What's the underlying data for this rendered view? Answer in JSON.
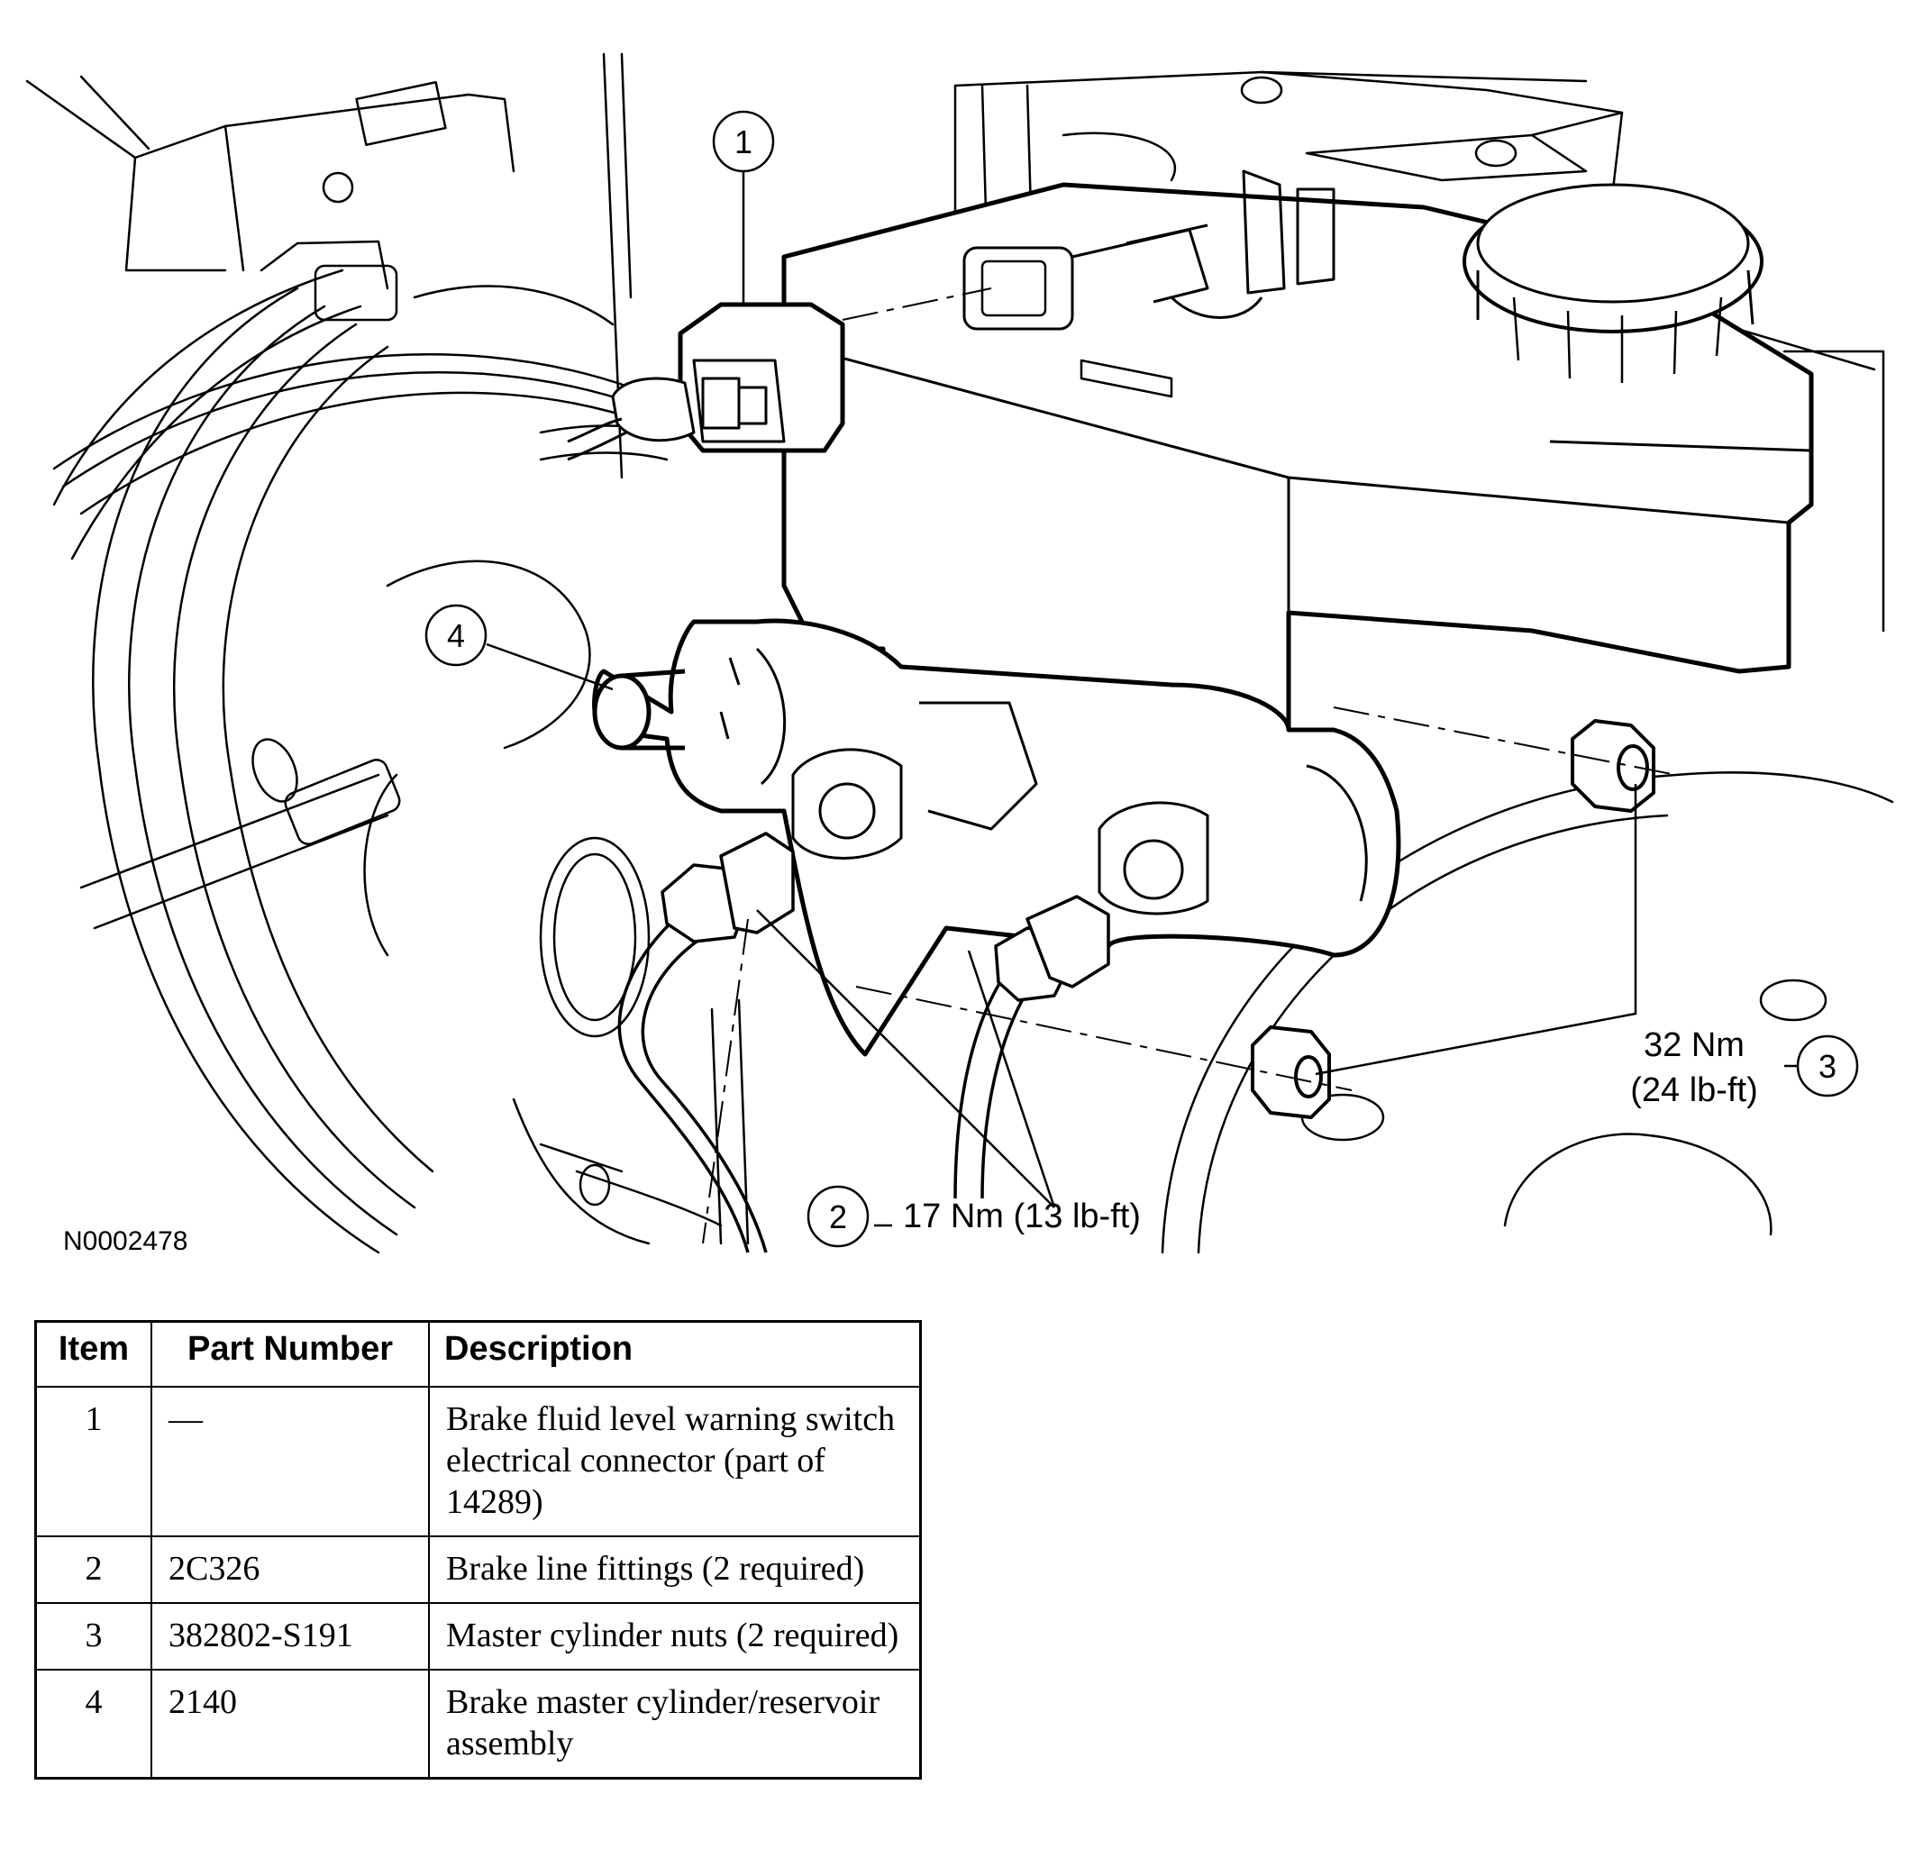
{
  "diagram": {
    "callouts": [
      {
        "number": "1"
      },
      {
        "number": "2",
        "torque": "17 Nm (13 lb-ft)"
      },
      {
        "number": "3",
        "torque_nm": "32 Nm",
        "torque_lbft": "(24 lb-ft)"
      },
      {
        "number": "4"
      }
    ],
    "reference_code": "N0002478"
  },
  "table": {
    "headers": {
      "item": "Item",
      "part_number": "Part Number",
      "description": "Description"
    },
    "rows": [
      {
        "item": "1",
        "part_number": "—",
        "description": "Brake fluid level warning switch electrical connector (part of 14289)"
      },
      {
        "item": "2",
        "part_number": "2C326",
        "description": "Brake line fittings (2 required)"
      },
      {
        "item": "3",
        "part_number": "382802-S191",
        "description": "Master cylinder nuts (2 required)"
      },
      {
        "item": "4",
        "part_number": "2140",
        "description": "Brake master cylinder/reservoir assembly"
      }
    ]
  }
}
